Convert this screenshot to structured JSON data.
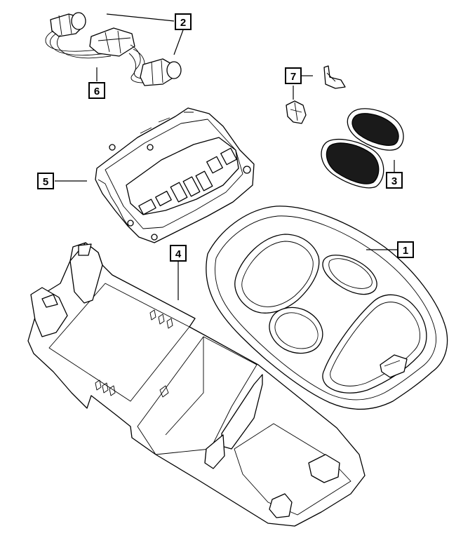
{
  "diagram": {
    "callouts": [
      {
        "id": "callout-1",
        "label": "1",
        "part": "overhead-console-bezel"
      },
      {
        "id": "callout-2",
        "label": "2",
        "part": "lamp-socket-wiring"
      },
      {
        "id": "callout-3",
        "label": "3",
        "part": "reading-lamp-lens"
      },
      {
        "id": "callout-4",
        "label": "4",
        "part": "console-housing"
      },
      {
        "id": "callout-5",
        "label": "5",
        "part": "switch-module"
      },
      {
        "id": "callout-6",
        "label": "6",
        "part": "wiring-harness"
      },
      {
        "id": "callout-7",
        "label": "7",
        "part": "retaining-clip"
      }
    ],
    "colors": {
      "line": "#000000",
      "background": "#ffffff",
      "lens": "#1a1a1a"
    }
  }
}
